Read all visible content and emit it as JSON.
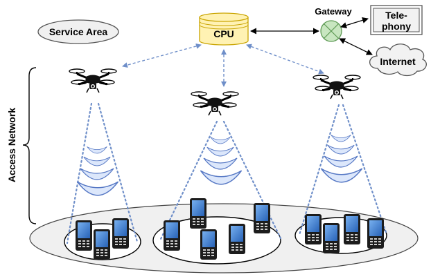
{
  "labels": {
    "service_area": "Service Area",
    "cpu": "CPU",
    "gateway": "Gateway",
    "telephony_line1": "Tele-",
    "telephony_line2": "phony",
    "internet": "Internet",
    "access_network": "Access Network"
  },
  "icons": {
    "drone": "drone-icon",
    "phone": "mobile-phone-icon",
    "gateway": "gateway-cross-icon",
    "cloud": "cloud-icon"
  },
  "colors": {
    "cpu_fill": "#fff2b3",
    "cpu_stroke": "#c9a400",
    "gateway_fill": "#c8e6c0",
    "gateway_stroke": "#5e9a55",
    "beam_fill": "#dce7fb",
    "beam_stroke": "#5577c4",
    "link_color": "#6f8fc9",
    "ground_fill": "#f0f0f0",
    "phone_screen": "#3b7fd8"
  }
}
